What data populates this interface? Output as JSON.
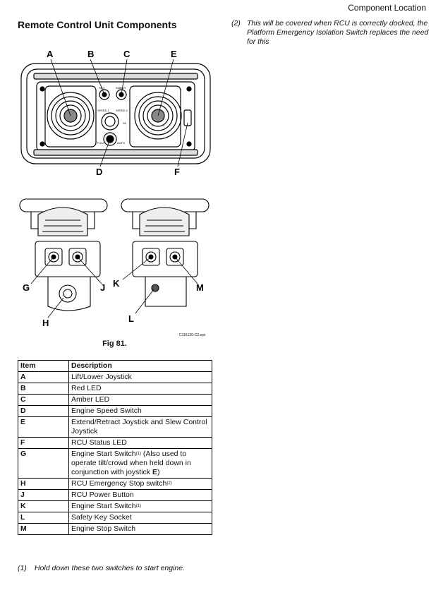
{
  "header": {
    "section": "Component Location"
  },
  "title": "Remote Control Unit Components",
  "side_note": {
    "number": "(2)",
    "text": "This will be covered when RCU is correctly docked, the Platform Emergency Isolation Switch replaces the need for this"
  },
  "figure": {
    "caption": "Fig 81.",
    "file_ref": "C116120-C2.eps",
    "callouts": {
      "A": "A",
      "B": "B",
      "C": "C",
      "D": "D",
      "E": "E",
      "F": "F",
      "G": "G",
      "H": "H",
      "J": "J",
      "K": "K",
      "L": "L",
      "M": "M"
    },
    "panel_text": {
      "speed1": "SPEED 1",
      "speed2": "SPEED 2",
      "full": "FULL",
      "auto": "AUTO",
      "red": "RED",
      "amber": "AMBER",
      "d2": "D2"
    }
  },
  "table": {
    "col_item": "Item",
    "col_desc": "Description",
    "rows": [
      {
        "item": "A",
        "desc": "Lift/Lower Joystick"
      },
      {
        "item": "B",
        "desc": "Red LED"
      },
      {
        "item": "C",
        "desc": "Amber LED"
      },
      {
        "item": "D",
        "desc": "Engine Speed Switch"
      },
      {
        "item": "E",
        "desc": "Extend/Retract Joystick and Slew Control Joystick"
      },
      {
        "item": "F",
        "desc": "RCU Status LED"
      },
      {
        "item": "G",
        "desc_before": "Engine Start Switch",
        "sup": "(1)",
        "desc_after": " (Also used to operate tilt/crowd when held down in conjunction with joystick ",
        "desc_bold": "E",
        "desc_end": ")"
      },
      {
        "item": "H",
        "desc_before": "RCU Emergency Stop switch",
        "sup": "(2)"
      },
      {
        "item": "J",
        "desc": "RCU Power Button"
      },
      {
        "item": "K",
        "desc_before": "Engine Start Switch",
        "sup": "(1)"
      },
      {
        "item": "L",
        "desc": "Safety Key Socket"
      },
      {
        "item": "M",
        "desc": "Engine Stop Switch"
      }
    ]
  },
  "footnote": {
    "number": "(1)",
    "text": "Hold down these two switches to start engine."
  }
}
